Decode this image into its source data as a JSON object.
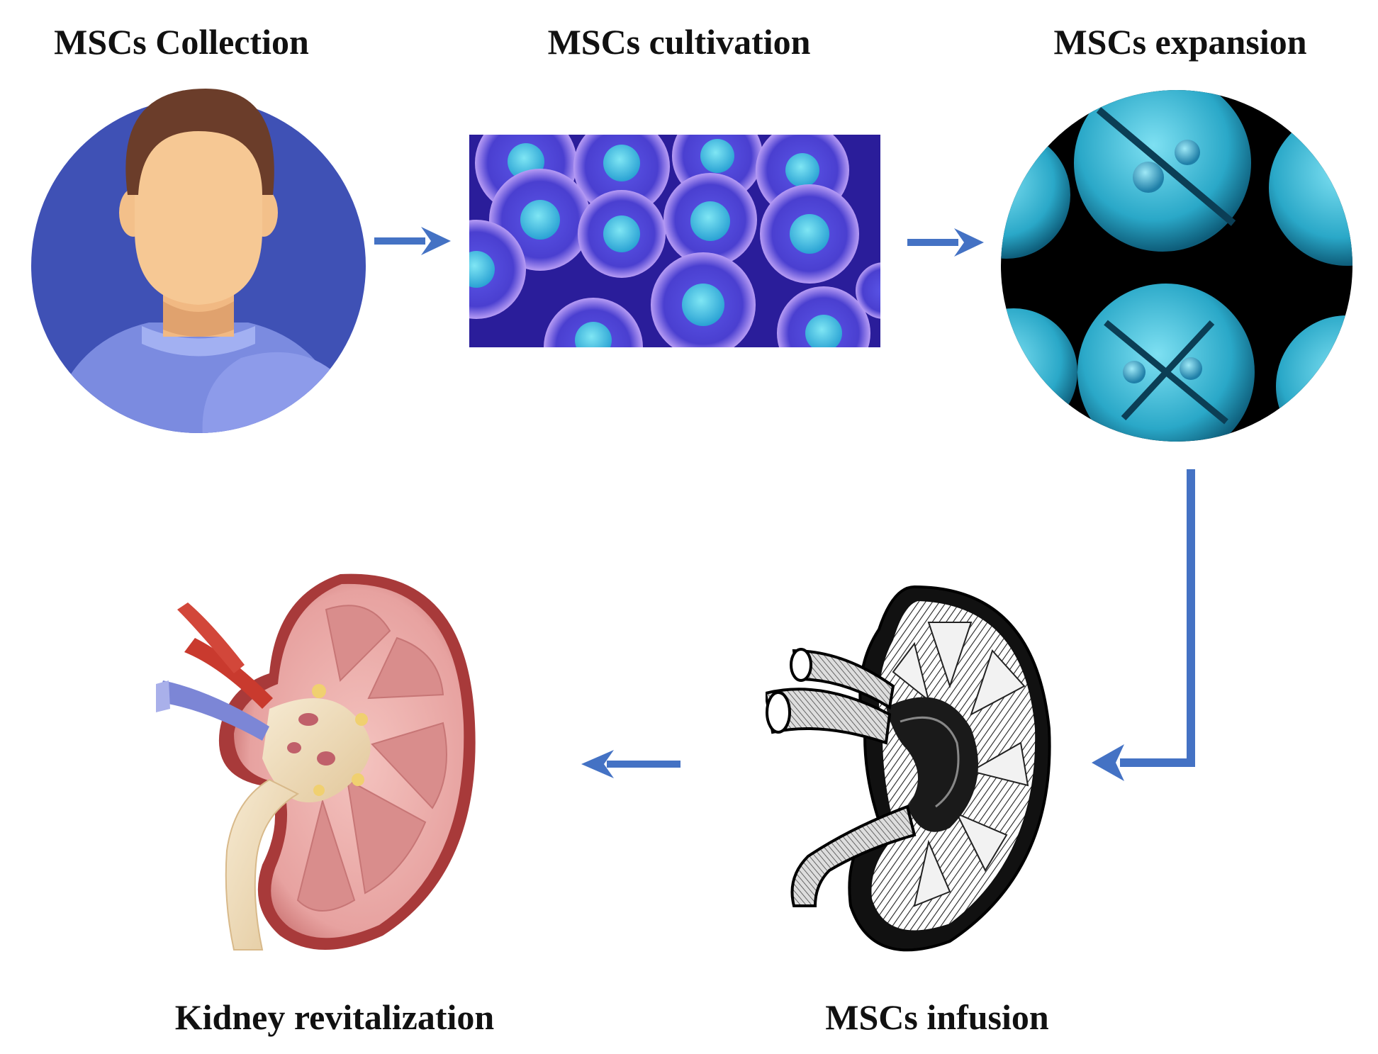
{
  "steps": {
    "collection": {
      "label": "MSCs Collection"
    },
    "cultivation": {
      "label": "MSCs cultivation"
    },
    "expansion": {
      "label": "MSCs expansion"
    },
    "infusion": {
      "label": "MSCs infusion"
    },
    "revitalization": {
      "label": "Kidney revitalization"
    }
  },
  "colors": {
    "arrow": "#4472c4",
    "person_bg": "#3f51b5",
    "cell_bg": "#3b2fb0",
    "cell_nucleus": "#3fb7e0",
    "expansion_bg": "#000000",
    "expansion_cell": "#2aa8c8",
    "kidney_tissue": "#e7a2a0",
    "kidney_capsule": "#a83a3a"
  },
  "icons": {
    "collection": "person-avatar-icon",
    "cultivation": "cell-culture-image",
    "expansion": "dividing-cells-image",
    "infusion": "kidney-engraving-icon",
    "revitalization": "healthy-kidney-icon"
  }
}
